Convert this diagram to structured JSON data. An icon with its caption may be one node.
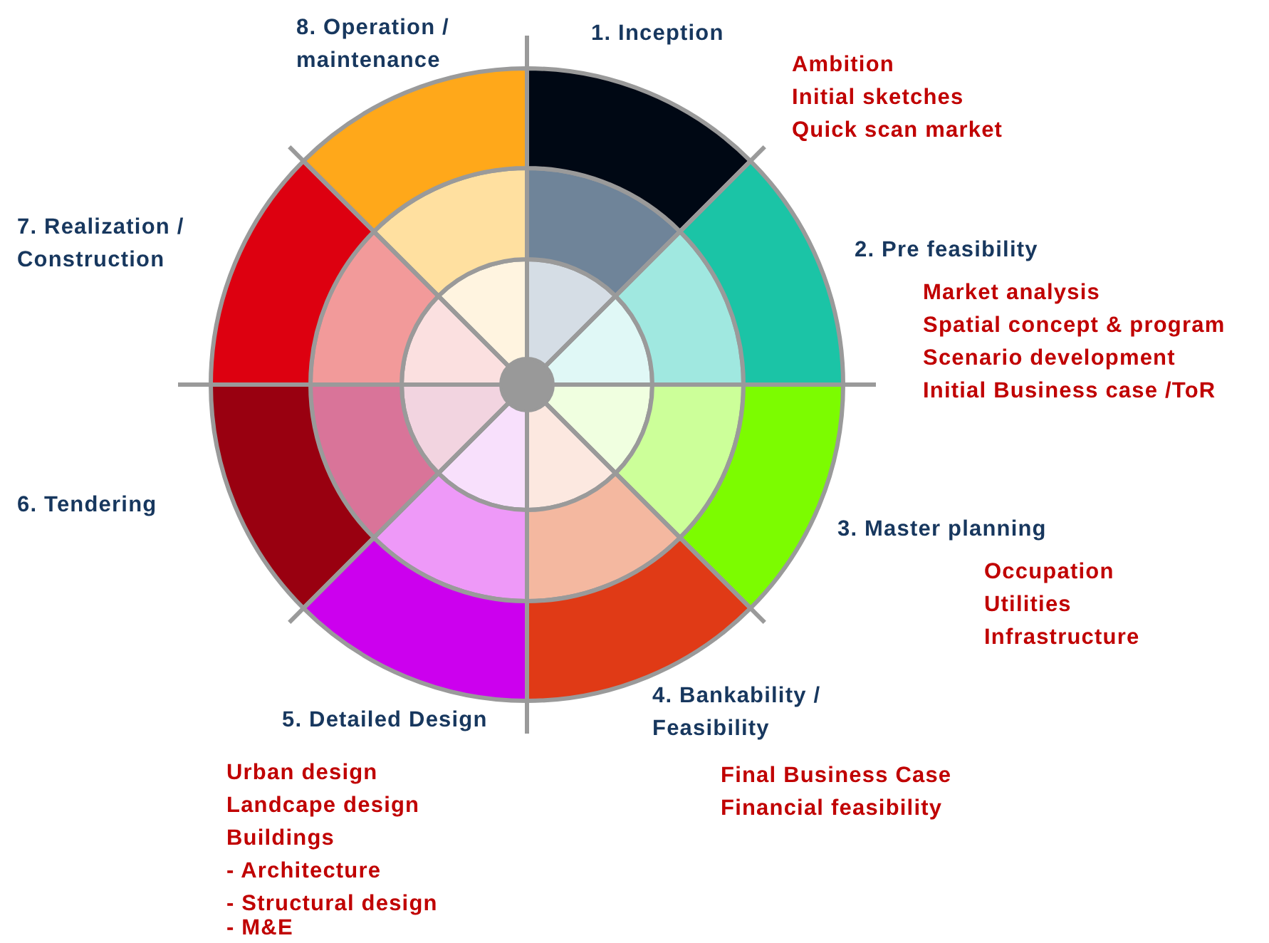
{
  "diagram": {
    "labels": [
      "8. Operation / maintenance",
      "1. Inception",
      "Ambition",
      "Initial sketches",
      "Quick scan market",
      "7. Realization / Construction",
      "2. Pre feasibility",
      "Market analysis",
      "Spatial concept & program",
      "Scenario development",
      "Initial Business case /ToR",
      "6. Tendering",
      "3. Master planning",
      "Occupation",
      "Utilities",
      "Infrastructure",
      "4. Bankability / Feasibility",
      "5. Detailed Design",
      "Urban design",
      "Final Business Case",
      "Financial feasibility",
      "Landcape design",
      "Buildings",
      "- Architecture",
      "- Structural design",
      "- M&E"
    ]
  }
}
